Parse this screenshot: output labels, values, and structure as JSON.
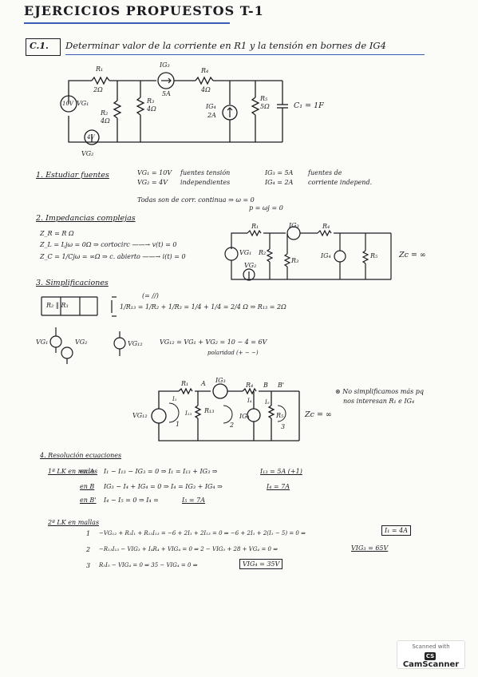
{
  "header": {
    "title": "EJERCICIOS PROPUESTOS T-1"
  },
  "problem": {
    "number": "C.1.",
    "statement": "Determinar valor de la corriente en R1 y la tensión en bornes de IG4"
  },
  "circuit1": {
    "labels": {
      "r1": "R₁",
      "r1v": "2Ω",
      "ig3": "IG₃",
      "ig3v": "5A",
      "r4": "R₄",
      "r4v": "4Ω",
      "r3": "R₃",
      "r3v": "4Ω",
      "ig4": "IG₄",
      "ig4v": "2A",
      "r5": "R₅",
      "r5v": "5Ω",
      "c1": "C₁ = 1F",
      "r2": "R₂",
      "r2v": "4Ω",
      "vg1": "10V",
      "vg1n": "VG₁",
      "vg2": "4V",
      "vg2n": "VG₂"
    }
  },
  "sec1": {
    "title": "1. Estudiar fuentes",
    "v_lines": [
      "VG₁ = 10V",
      "VG₂ = 4V"
    ],
    "v_desc": [
      "fuentes tensión",
      "independientes"
    ],
    "i_lines": [
      "IG₃ = 5A",
      "IG₄ = 2A"
    ],
    "i_desc": [
      "fuentes de",
      "corriente independ."
    ],
    "note": "Todas son de corr. continua ⇒ ω = 0",
    "note2": "p = ωj = 0"
  },
  "sec2": {
    "title": "2. Impedancias complejas",
    "lines": [
      "Z_R = R Ω",
      "Z_L = Ljω = 0Ω ⇒ cortocirc ——→ v(t) = 0",
      "Z_C = 1/Cjω = ∞Ω ⇒ c. abierto ——→ i(t) = 0"
    ],
    "zc": "Zc = ∞",
    "labels": {
      "r1": "R₁",
      "ig3": "IG₃",
      "r4": "R₄",
      "r2": "R₂",
      "r3": "R₃",
      "ig4": "IG₄",
      "r5": "R₅",
      "vg1": "VG₁",
      "vg2": "VG₂"
    }
  },
  "sec3": {
    "title": "3. Simplificaciones",
    "par_label": "R₂ ‖ R₃",
    "eq1_a": "1/R₁₃ = 1/R₂ + 1/R₃ = 1/4 + 1/4 = 2/4 Ω ⇒ R₁₃ = 2Ω",
    "par_top": "(= //)",
    "vg_left": "VG₁",
    "vg_mid": "VG₂",
    "vg_right": "VG₁₂",
    "eq2": "VG₁₂ = VG₁ + VG₂ = 10 − 4 = 6V",
    "polarity": "polaridad (+ − −)"
  },
  "circuit2": {
    "labels": {
      "r1": "R₁",
      "a": "A",
      "ig3": "IG₃",
      "r4": "R₄",
      "b": "B",
      "bp": "B'",
      "vg12": "VG₁₂",
      "r13": "R₁₃",
      "ig4": "IG₄",
      "r5": "R₅",
      "zc": "Zc = ∞",
      "i1": "I₁",
      "i13": "I₁₃",
      "i4": "I₄",
      "i5": "I₅",
      "m1": "1",
      "m2": "2",
      "m3": "3"
    },
    "note": [
      "⊛ No simplificamos más pq",
      "nos interesan R₁ e IG₄"
    ]
  },
  "sec4": {
    "title": "4. Resolución ecuaciones",
    "kcl_title": "1ª LK en nudos",
    "kcl": [
      {
        "node": "en A",
        "eq": "I₁ − I₁₃ − IG₃ = 0 ⇒ I₁ = I₁₃ + IG₃ ⇒",
        "res": "I₁₃ = 5A (+1)"
      },
      {
        "node": "en B",
        "eq": "IG₃ − I₄ + IG₄ = 0 ⇒ I₄ = IG₃ + IG₄ ⇒",
        "res": "I₄ = 7A"
      },
      {
        "node": "en B'",
        "eq": "I₄ − I₅ = 0 ⇒ I₄ =",
        "res": "I₅ = 7A"
      }
    ],
    "kvl_title": "2ª LK en mallas",
    "kvl": [
      {
        "mesh": "1",
        "eq": "−VG₁₂ + R₁I₁ + R₁₃I₁₃ = −6 + 2I₁ + 2I₁₃ = 0 ⇒ −6 + 2I₁ + 2(I₁ − 5) = 0 ⇒",
        "res": "I₁ = 4A"
      },
      {
        "mesh": "2",
        "eq": "−R₁₃I₁₃ − VIG₃ + I₄R₄ + VIG₄ = 0 ⇒ 2 − VIG₃ + 28 + VG₄ = 0 ⇒",
        "res": "VIG₃ = 65V"
      },
      {
        "mesh": "3",
        "eq": "R₅I₅ − VIG₄ = 0 ⇒ 35 − VIG₄ = 0 ⇒",
        "res": "VIG₄ = 35V"
      }
    ]
  },
  "scanner": {
    "line1": "Scanned with",
    "brand": "CamScanner",
    "logo": "CS"
  }
}
